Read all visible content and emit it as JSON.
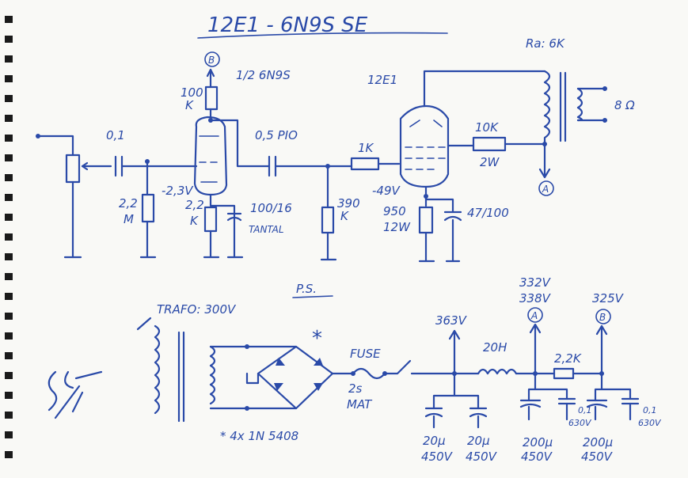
{
  "title": "12E1 - 6N9S SE",
  "labels": {
    "b_top": "B",
    "half_6n9s": "1/2 6N9S",
    "r_100k_a": "100",
    "r_100k_b": "K",
    "c_01": "0,1",
    "r_22m_a": "2,2",
    "r_22m_b": "M",
    "v_neg23": "-2,3V",
    "r_22k_a": "2,2",
    "r_22k_b": "K",
    "c_100_16": "100/16",
    "tantal": "TANTAL",
    "c_05": "0,5 PIO",
    "r_1k": "1K",
    "r_390k_a": "390",
    "r_390k_b": "K",
    "tube_12e1": "12E1",
    "v_neg49": "-49V",
    "r_950_a": "950",
    "r_950_b": "12W",
    "c_47_100": "47/100",
    "r_10k": "10K",
    "r_10k_w": "2W",
    "ra": "Ra: 6K",
    "spk": "8 Ω",
    "node_a": "A",
    "ps": "P.S.",
    "trafo": "TRAFO: 300V",
    "diodes": "* 4x 1N 5408",
    "star": "*",
    "fuse": "FUSE",
    "fuse_val_a": "2s",
    "fuse_val_b": "MAT",
    "v_363": "363V",
    "choke": "20H",
    "v_332": "332V",
    "v_338": "338V",
    "v_325": "325V",
    "r_22k_ps": "2,2K",
    "c1_a": "20μ",
    "c1_b": "450V",
    "c2_a": "20μ",
    "c2_b": "450V",
    "c3_a": "200μ",
    "c3_b": "450V",
    "c4_a": "200μ",
    "c4_b": "450V",
    "c5_a": "0,1",
    "c5_b": "630V",
    "c6_a": "0,1",
    "c6_b": "630V"
  },
  "colors": {
    "ink": "#2a4aa8",
    "paper": "#f9f9f6"
  }
}
